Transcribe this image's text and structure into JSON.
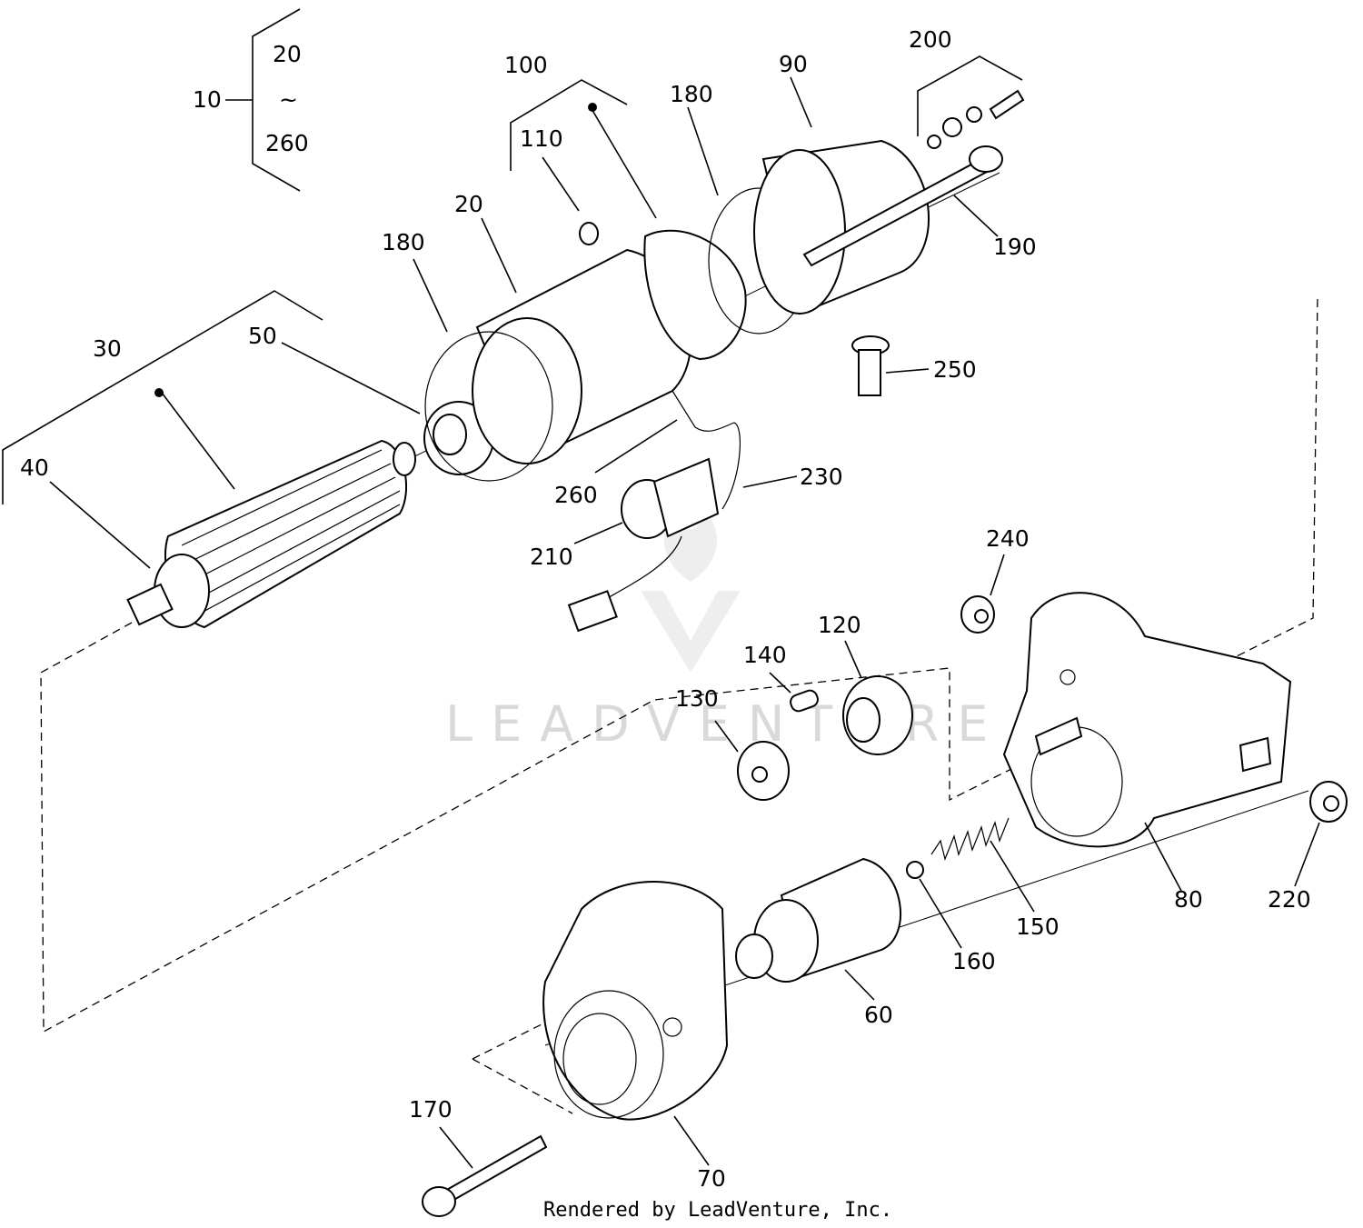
{
  "callouts": {
    "c10": "10",
    "c20_range": "20",
    "tilde": "~",
    "c260_range": "260",
    "c100": "100",
    "c110": "110",
    "c180a": "180",
    "c90": "90",
    "c200": "200",
    "c190": "190",
    "c20": "20",
    "c180b": "180",
    "c250": "250",
    "c30": "30",
    "c50": "50",
    "c40": "40",
    "c260": "260",
    "c230": "230",
    "c210": "210",
    "c240": "240",
    "c120": "120",
    "c140": "140",
    "c130": "130",
    "c80": "80",
    "c220": "220",
    "c150": "150",
    "c160": "160",
    "c60": "60",
    "c170": "170",
    "c70": "70"
  },
  "watermark": "LEADVENTURE",
  "footer": "Rendered by LeadVenture, Inc."
}
